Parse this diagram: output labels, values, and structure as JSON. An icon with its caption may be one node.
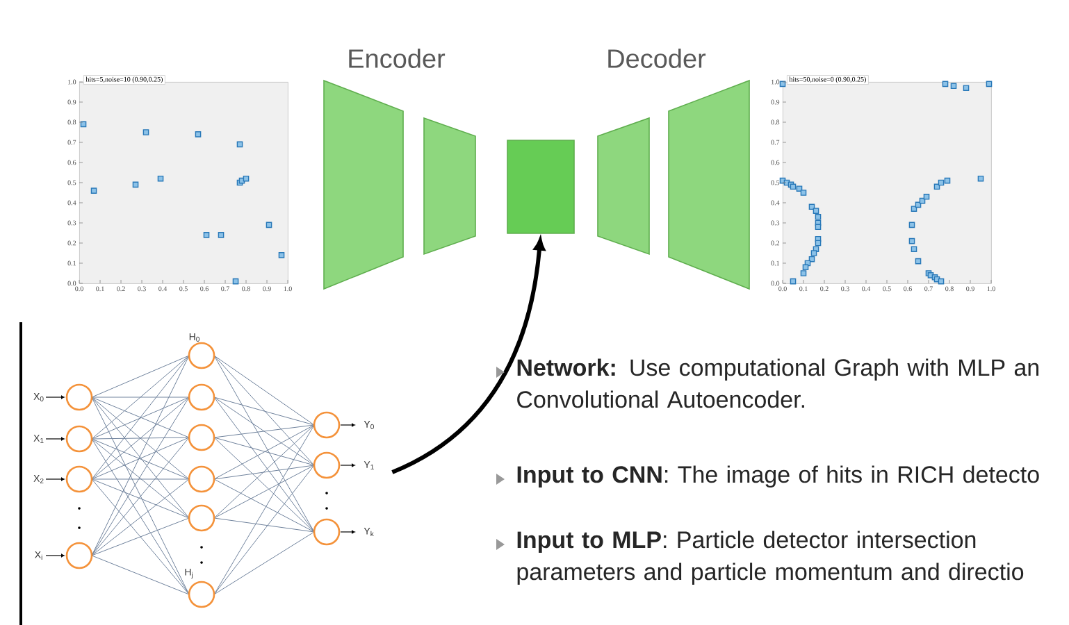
{
  "diagram": {
    "nodes": [
      {
        "text": [
          "hits=5,noise=10 (0.90,0.25)"
        ],
        "beside": [
          "0.0",
          "0.1",
          "0.2",
          "0.3",
          "0.4",
          "0.5",
          "0.6",
          "0.7",
          "0.8",
          "0.9",
          "1.0",
          "0.0",
          "0.1",
          "0.2",
          "0.3",
          "0.4",
          "0.5",
          "0.6",
          "0.7",
          "0.8",
          "0.9",
          "1.0"
        ]
      },
      {
        "text": [],
        "shape": "trapezoid"
      },
      {
        "text": [],
        "shape": "trapezoid"
      },
      {
        "text": [],
        "shape": "box"
      },
      {
        "text": [],
        "shape": "trapezoid"
      },
      {
        "text": [],
        "shape": "trapezoid"
      },
      {
        "text": [
          "hits=50,noise=0 (0.90,0.25)"
        ],
        "beside": [
          "0.0",
          "0.1",
          "0.2",
          "0.3",
          "0.4",
          "0.5",
          "0.6",
          "0.7",
          "0.8",
          "0.9",
          "1.0",
          "0.0",
          "0.1",
          "0.2",
          "0.3",
          "0.4",
          "0.5",
          "0.6",
          "0.7",
          "0.8",
          "0.9",
          "1.0"
        ]
      },
      {
        "text": [],
        "shape": "picture"
      }
    ],
    "edges": [
      {
        "from": 7,
        "to": 3,
        "arrow": "to"
      }
    ],
    "labels": [
      "Encoder",
      "Decoder",
      "X$_{0}$",
      "X$_{1}$",
      "X$_{2}$",
      "X$_{i}$",
      "H$_{0}$",
      "H$_{j}$",
      "Y$_{0}$",
      "Y$_{1}$",
      "Y$_{k}$",
      "**Network:** Use computational Graph with MLP an Convolutional Autoencoder.",
      "**Input to CNN**: The image of hits in RICH detecto",
      "**Input to MLP**: Particle detector intersection parameters and particle momentum and directio"
    ]
  }
}
